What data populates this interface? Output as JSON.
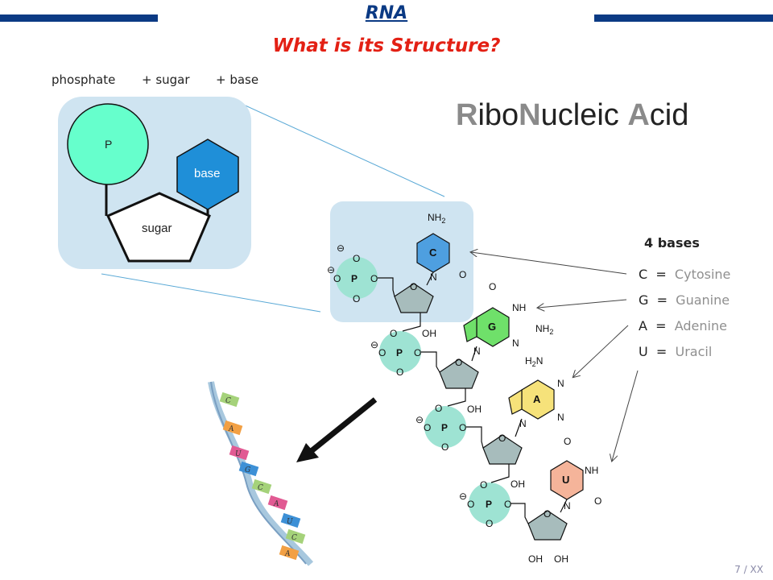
{
  "header": {
    "title": "RNA",
    "subtitle": "What is its Structure?"
  },
  "formula": {
    "phosphate": "phosphate",
    "sugar": "+ sugar",
    "base": "+ base"
  },
  "nucleotide_diagram": {
    "phosphate_label": "P",
    "base_label": "base",
    "sugar_label": "sugar"
  },
  "acronym": {
    "r": "R",
    "ibo": "ibo",
    "n": "N",
    "ucleic": "ucleic",
    "a": "A",
    "cid": "cid"
  },
  "bases": {
    "heading": "4 bases",
    "items": [
      {
        "letter": "C",
        "eq": "=",
        "cap": "C",
        "rest": "ytosine"
      },
      {
        "letter": "G",
        "eq": "=",
        "cap": "G",
        "rest": "uanine"
      },
      {
        "letter": "A",
        "eq": "=",
        "cap": "A",
        "rest": "denine"
      },
      {
        "letter": "U",
        "eq": "=",
        "cap": "U",
        "rest": "racil"
      }
    ]
  },
  "chain": {
    "nh2": "NH",
    "sub2": "2",
    "h2n": "H",
    "nh": "NH",
    "o": "O",
    "n": "N",
    "oh": "OH",
    "p": "P",
    "minus": "⊖",
    "base_letters": [
      "C",
      "G",
      "A",
      "U"
    ]
  },
  "helix_letters": [
    "C",
    "A",
    "U",
    "G",
    "C",
    "A",
    "U",
    "C",
    "A"
  ],
  "colors": {
    "accent_blue": "#0b3a84",
    "title_red": "#e32014",
    "panel_blue": "#cfe4f1",
    "phosphate_green": "#9ee3d3",
    "sugar_grey": "#a7bcbc",
    "cytosine_blue": "#4e9fe0",
    "guanine_green": "#6fe06a",
    "adenine_yellow": "#f6e27a",
    "uracil_orange": "#f5b49a"
  },
  "footer": {
    "page": "7 / XX"
  }
}
